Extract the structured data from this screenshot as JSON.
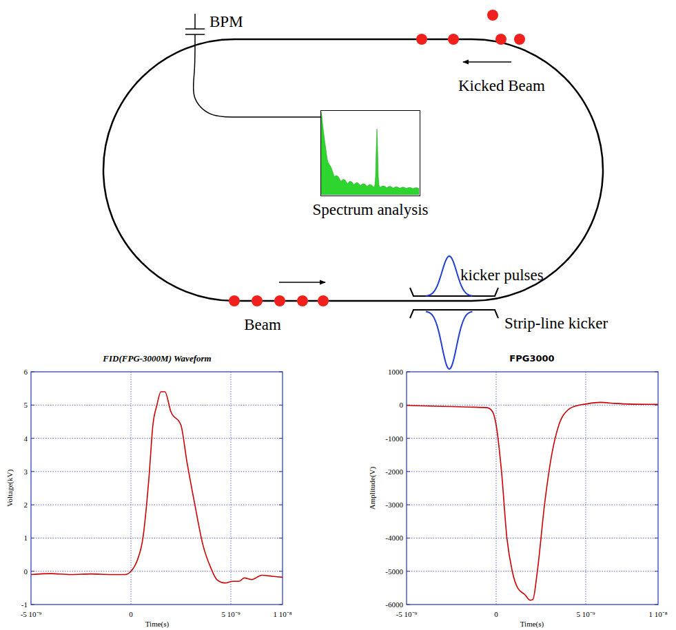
{
  "diagram": {
    "nodes": [
      {
        "text": [
          "BPM"
        ]
      },
      {
        "text": [
          "Spectrum analysis"
        ]
      }
    ],
    "edges": [
      {
        "from": 0,
        "to": 1,
        "arrow": "none"
      }
    ],
    "labels": [
      "Kicked Beam",
      "kicker pulses",
      "Beam",
      "Strip-line kicker",
      "FID(FPG-3000M) Waveform",
      "Voltage(kV)",
      "6",
      "5",
      "4",
      "3",
      "2",
      "1",
      "0",
      "-1",
      "-5 10⁻⁹",
      "0",
      "5 10⁻⁹",
      "1 10⁻⁸",
      "Time(s)",
      "FPG3000",
      "Amplitude(V)",
      "1000",
      "0",
      "-1000",
      "-2000",
      "-3000",
      "-4000",
      "-5000",
      "-6000",
      "-5 10⁻⁹",
      "0",
      "5 10⁻⁹",
      "1 10⁻⁸",
      "Time(s)"
    ]
  }
}
